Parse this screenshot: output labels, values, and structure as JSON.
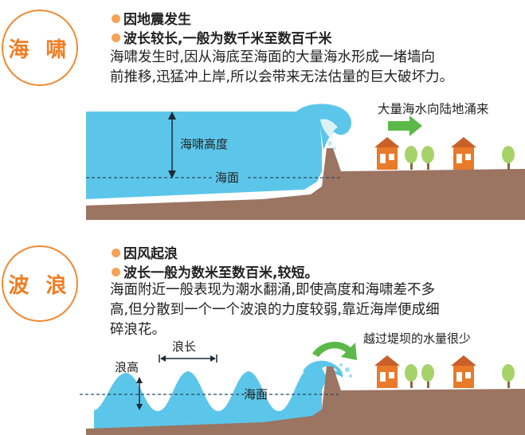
{
  "tsunami": {
    "badge": "海 啸",
    "bullet1": "因地震发生",
    "bullet2": "波长较长,一般为数千米至数百千米",
    "desc": [
      "海啸发生时,因从海底至海面的大量海水形成一堵墙向",
      "前推移,迅猛冲上岸,所以会带来无法估量的巨大破坏力。"
    ],
    "arrow_label": "大量海水向陆地涌来",
    "height_label": "海啸高度",
    "sea_label": "海面"
  },
  "wave": {
    "badge": "波 浪",
    "bullet1": "因风起浪",
    "bullet2": "波长一般为数米至数百米,较短。",
    "desc": [
      "海面附近一般表现为潮水翻涌,即使高度和海啸差不多",
      "高,但分散到一个一个波浪的力度较弱,靠近海岸便成细",
      "碎浪花。"
    ],
    "arrow_label": "越过堤坝的水量很少",
    "height_label": "浪高",
    "length_label": "浪长",
    "sea_label": "海面"
  },
  "colors": {
    "accent": "#ef7d22",
    "water": "#5cc6ea",
    "ground": "#9b7462",
    "green_arrow": "#5bb94a",
    "house": "#e87a2a"
  }
}
